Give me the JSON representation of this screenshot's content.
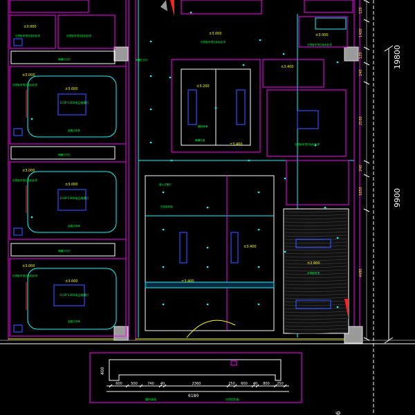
{
  "drawing": {
    "colors": {
      "background": "#000000",
      "wall": "#ff00ff",
      "ceiling_edge": "#00ffff",
      "dimension": "#ffffff",
      "text_elevation": "#ffff00",
      "text_note": "#00ff44",
      "fixture": "#3050ff",
      "accent": "#ff2020"
    },
    "elevations": {
      "l1": "±3.000",
      "l2": "±3.000",
      "l3": "±3.000",
      "l4": "±3.000",
      "m1": "±3.000",
      "m2": "±3.200",
      "m3": "±3.000",
      "m4": "±3.000",
      "r1": "±3.000",
      "r2": "±3.000",
      "c1": "±3.400",
      "c2": "±3.400",
      "c3": "±2.800"
    },
    "notes": {
      "paint_a": "石膏板吊顶白色乳胶漆",
      "paint_b": "石膏板吊顶白色乳胶漆",
      "paint_c": "石膏板吊顶白色乳胶漆",
      "paint_d": "石膏板吊顶白色乳胶漆",
      "paint_e": "石膏板吊顶白色乳胶漆",
      "paint_f": "石膏板吊顶白色乳胶漆",
      "paint_g": "石膏板吊顶白色乳胶漆",
      "panel_1": "1100*1300成品格栅灯",
      "panel_2": "1100*1300成品格栅灯",
      "panel_3": "1100*1300成品格栅灯",
      "edge_1": "金属边饰条",
      "edge_2": "金属边饰条",
      "edge_3": "金属边饰条",
      "hang_1": "暗藏日光灯",
      "hang_2": "暗藏日光灯",
      "hang_3": "暗藏日光灯",
      "hang_4": "暗藏日光灯",
      "grille": "格栅灯盘",
      "glass": "磨砂玻璃",
      "wood": "木饰面吊顶",
      "steel": "白色铝扣板",
      "open": "嵌入式筒灯",
      "bottom_a": "磨砂玻璃",
      "bottom_b": "白色铝扣板"
    },
    "right_dims": [
      "120",
      "1400",
      "120",
      "240",
      "2100",
      "240",
      "1650",
      "4490"
    ],
    "right_totals": {
      "top": "19800",
      "middle": "9900"
    },
    "bottom_dims": [
      "600",
      "500",
      "740",
      "40",
      "2360",
      "250",
      "600",
      "40",
      "800",
      "250"
    ],
    "bottom_total": "6180",
    "bottom_left_dim": "400",
    "page_mark": "6"
  }
}
